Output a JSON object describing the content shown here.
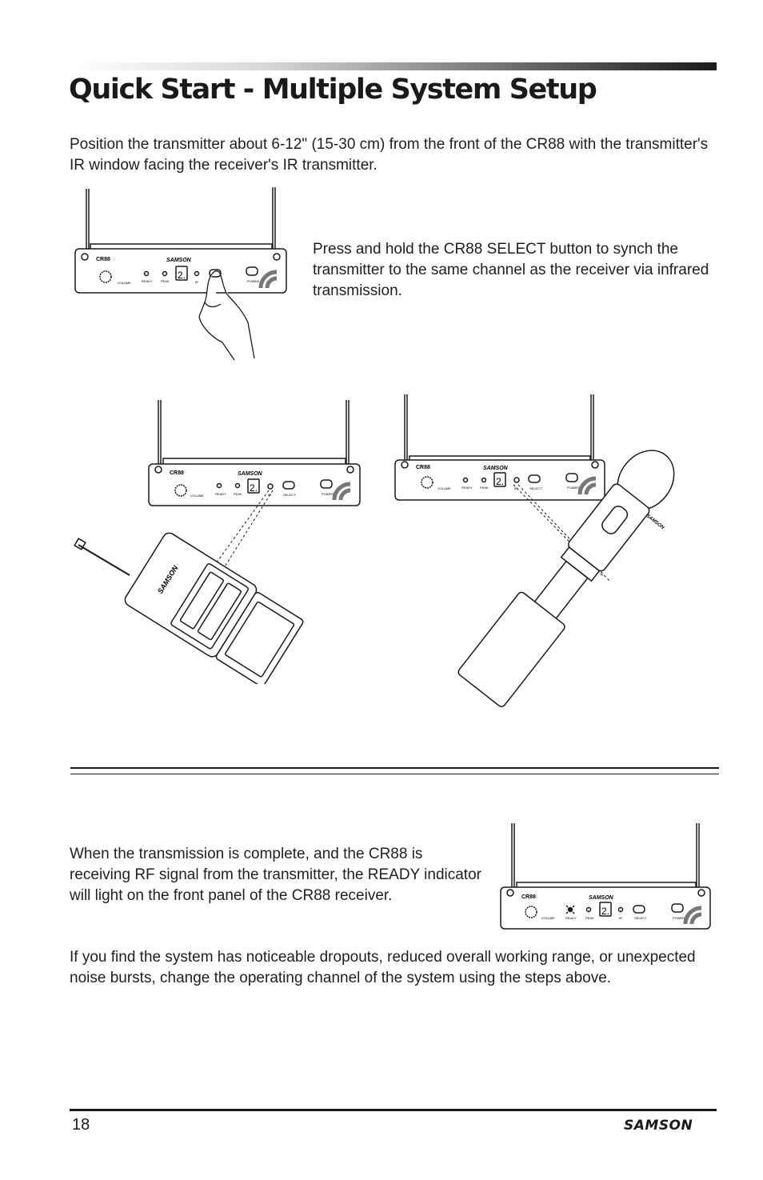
{
  "page": {
    "title": "Quick Start - Multiple System Setup",
    "intro": "Position the transmitter about 6-12\" (15-30 cm) from the front of the CR88 with the transmitter's IR window facing the receiver's IR transmitter.",
    "press_instruction": "Press and hold the CR88 SELECT button to synch the transmitter to the same channel as the receiver via infrared transmission.",
    "ready_instruction": "When the transmission is complete, and the CR88 is receiving RF signal from the transmitter, the READY indicator will light on the front panel of the CR88 receiver.",
    "dropouts_instruction": "If you find the system has noticeable dropouts, reduced overall working range, or unexpected noise bursts, change the operating channel of the system using the steps above."
  },
  "receiver_panel": {
    "brand": "SAMSON",
    "model": "CR88",
    "volume": "VOLUME",
    "ready": "READY",
    "peak": "PEAK",
    "ir": "IR",
    "select": "SELECT",
    "power": "POWER",
    "display": "2."
  },
  "transmitter": {
    "brand": "SAMSON"
  },
  "footer": {
    "page_number": "18",
    "brand": "SAMSON"
  }
}
